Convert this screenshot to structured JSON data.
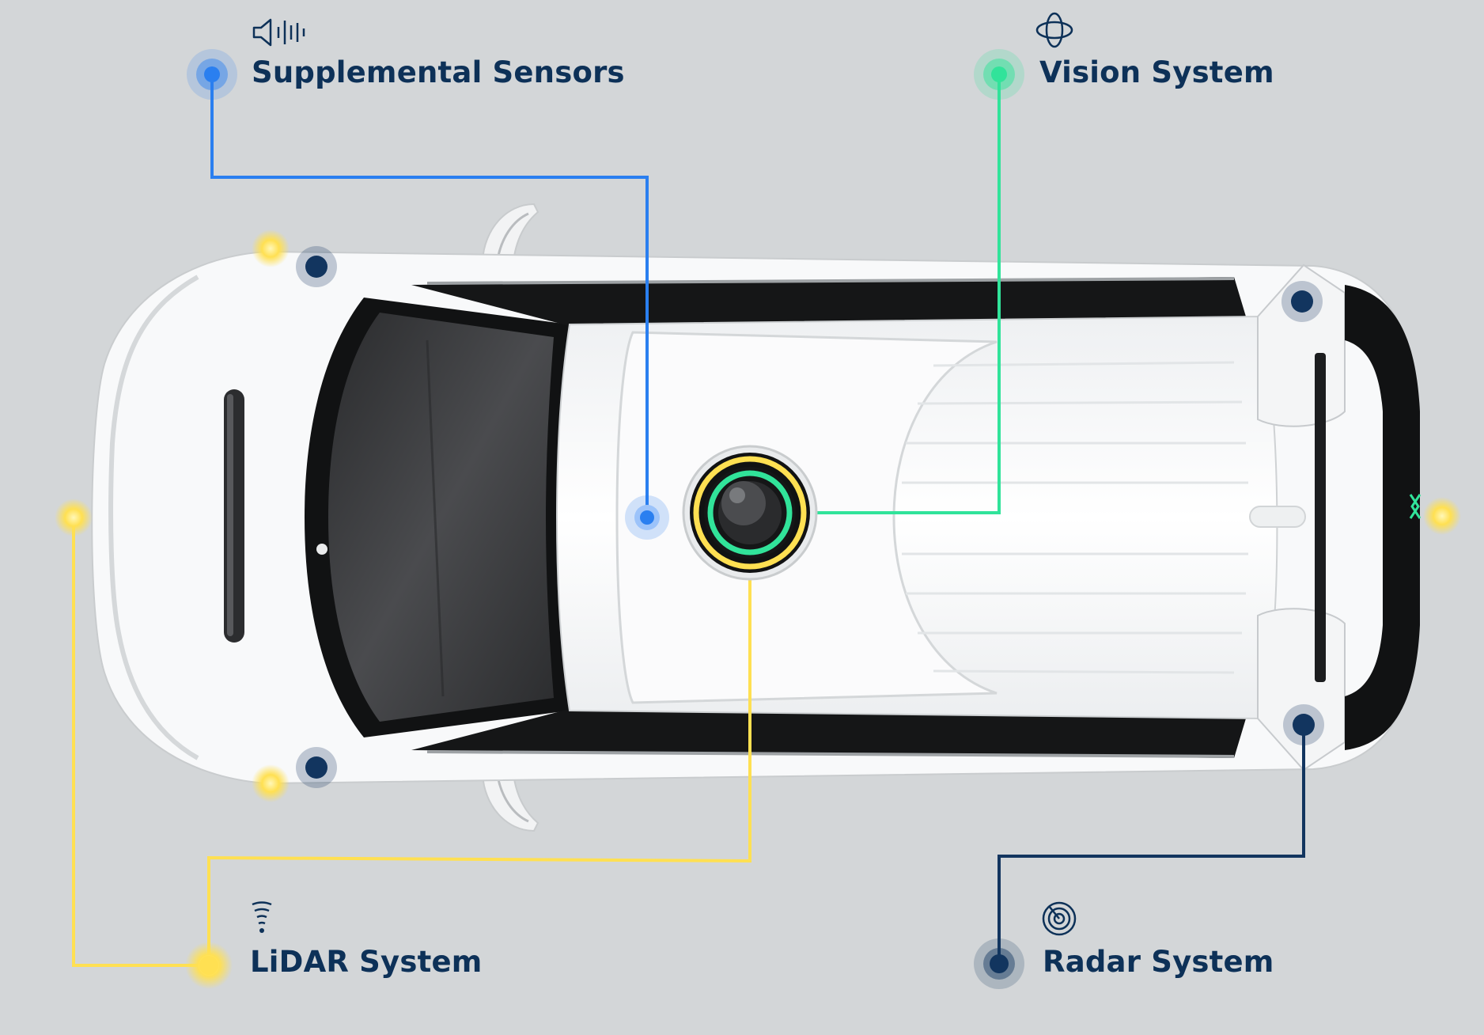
{
  "title": "",
  "colors": {
    "background": "#d3d6d8",
    "navy": "#0d3158",
    "supplemental": "#2a7ff0",
    "vision": "#31e39a",
    "lidar": "#ffe052",
    "radar": "#12355f",
    "car_body": "#f7f8f9",
    "glass": "#3a3b3d"
  },
  "labels": {
    "supplemental": "Supplemental Sensors",
    "vision": "Vision System",
    "lidar": "LiDAR System",
    "radar": "Radar System"
  },
  "icons": {
    "supplemental": "speaker-waveform-icon",
    "vision": "globe-orbit-icon",
    "lidar": "lidar-signal-icon",
    "radar": "radar-target-icon"
  }
}
